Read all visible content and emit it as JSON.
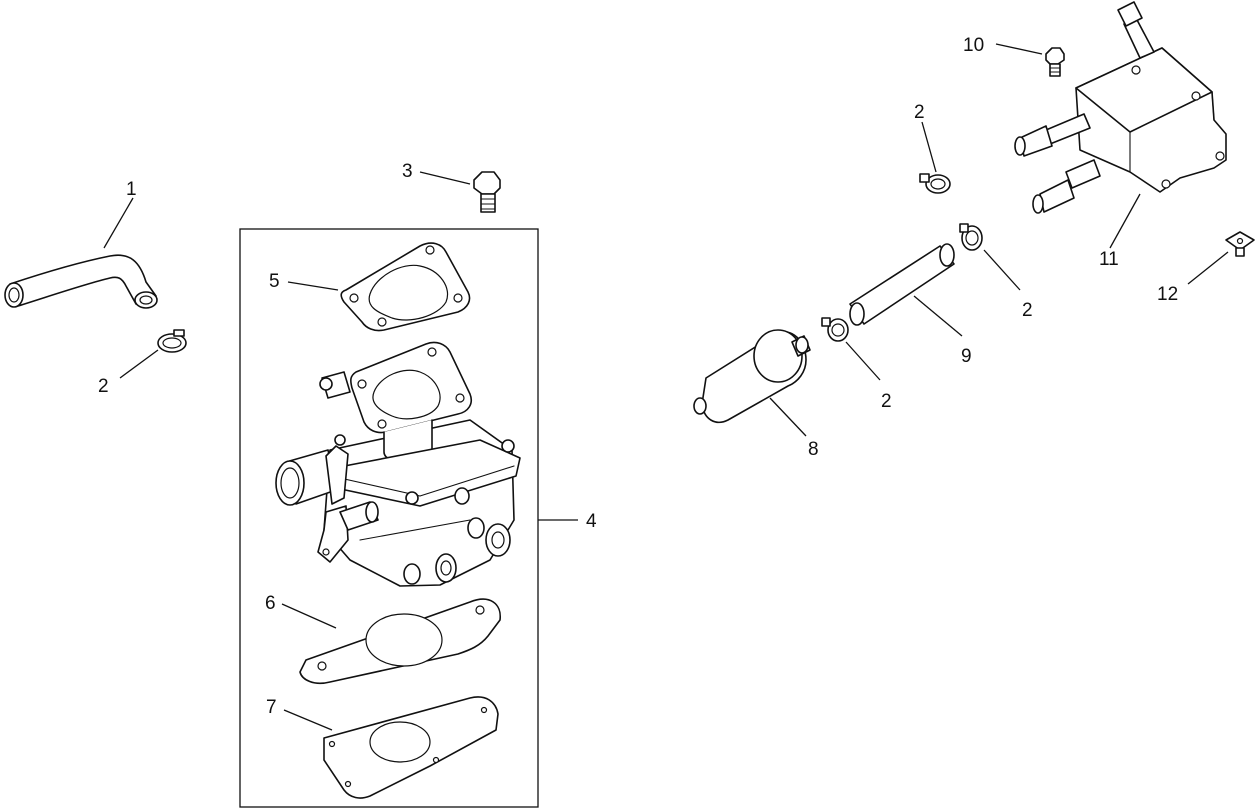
{
  "callouts": {
    "c1": "1",
    "c2a": "2",
    "c3": "3",
    "c4": "4",
    "c5": "5",
    "c6": "6",
    "c7": "7",
    "c2b": "2",
    "c2c": "2",
    "c2d": "2",
    "c8": "8",
    "c9": "9",
    "c10": "10",
    "c11": "11",
    "c12": "12"
  }
}
